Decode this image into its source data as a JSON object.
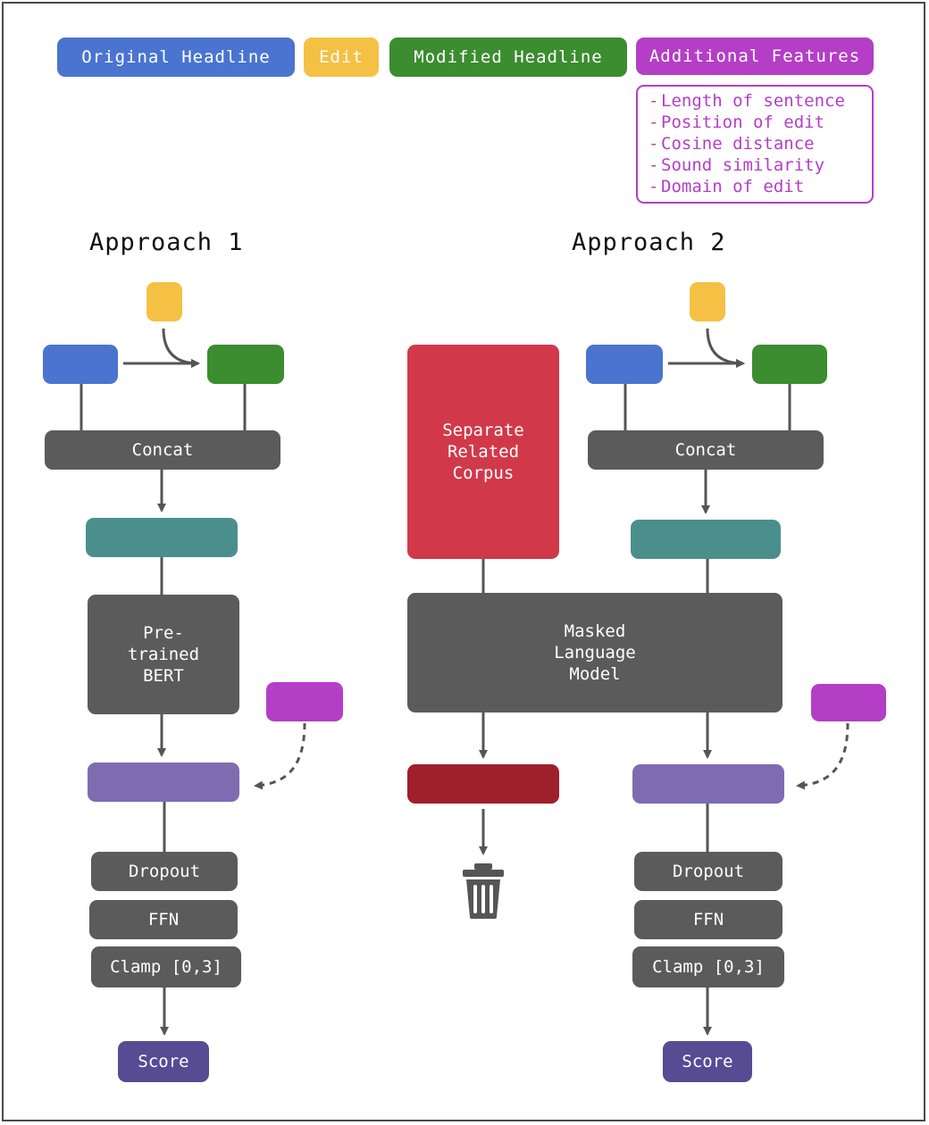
{
  "legend": {
    "original_headline": "Original Headline",
    "edit": "Edit",
    "modified_headline": "Modified Headline",
    "additional_features": "Additional Features"
  },
  "features": [
    "Length of sentence",
    "Position of edit",
    "Cosine distance",
    "Sound similarity",
    "Domain of edit"
  ],
  "approach1": {
    "title": "Approach 1",
    "concat": "Concat",
    "model": "Pre-\ntrained\nBERT",
    "dropout": "Dropout",
    "ffn": "FFN",
    "clamp": "Clamp [0,3]",
    "score": "Score"
  },
  "approach2": {
    "title": "Approach 2",
    "corpus": "Separate\nRelated\nCorpus",
    "concat": "Concat",
    "model": "Masked\nLanguage\nModel",
    "dropout": "Dropout",
    "ffn": "FFN",
    "clamp": "Clamp [0,3]",
    "score": "Score"
  },
  "colors": {
    "original_headline": "#4a74d0",
    "edit": "#f4c145",
    "modified_headline": "#3c8c30",
    "additional_features": "#b43ec6",
    "layer": "#5b5b5b",
    "embedding": "#4a8f8c",
    "feature_concat": "#7e6cb1",
    "corpus": "#d1394a",
    "discarded_output": "#a01f2d",
    "score": "#574b93",
    "arrow": "#555555"
  },
  "icons": {
    "discard": "trash-icon"
  }
}
